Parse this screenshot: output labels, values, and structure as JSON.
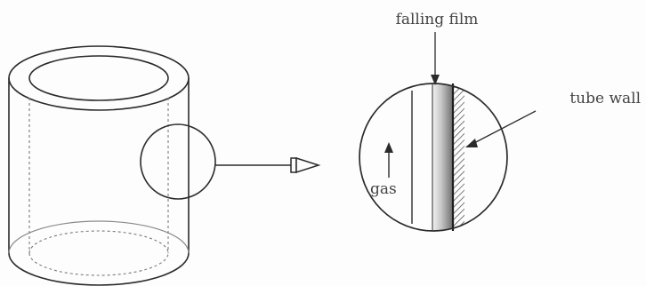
{
  "labels": {
    "falling_film": "falling film",
    "tube_wall": "tube wall",
    "gas": "gas"
  },
  "colors": {
    "ink": "#2b2b2b",
    "dashed": "#7a7a7a",
    "background": "#fdfdfd"
  }
}
